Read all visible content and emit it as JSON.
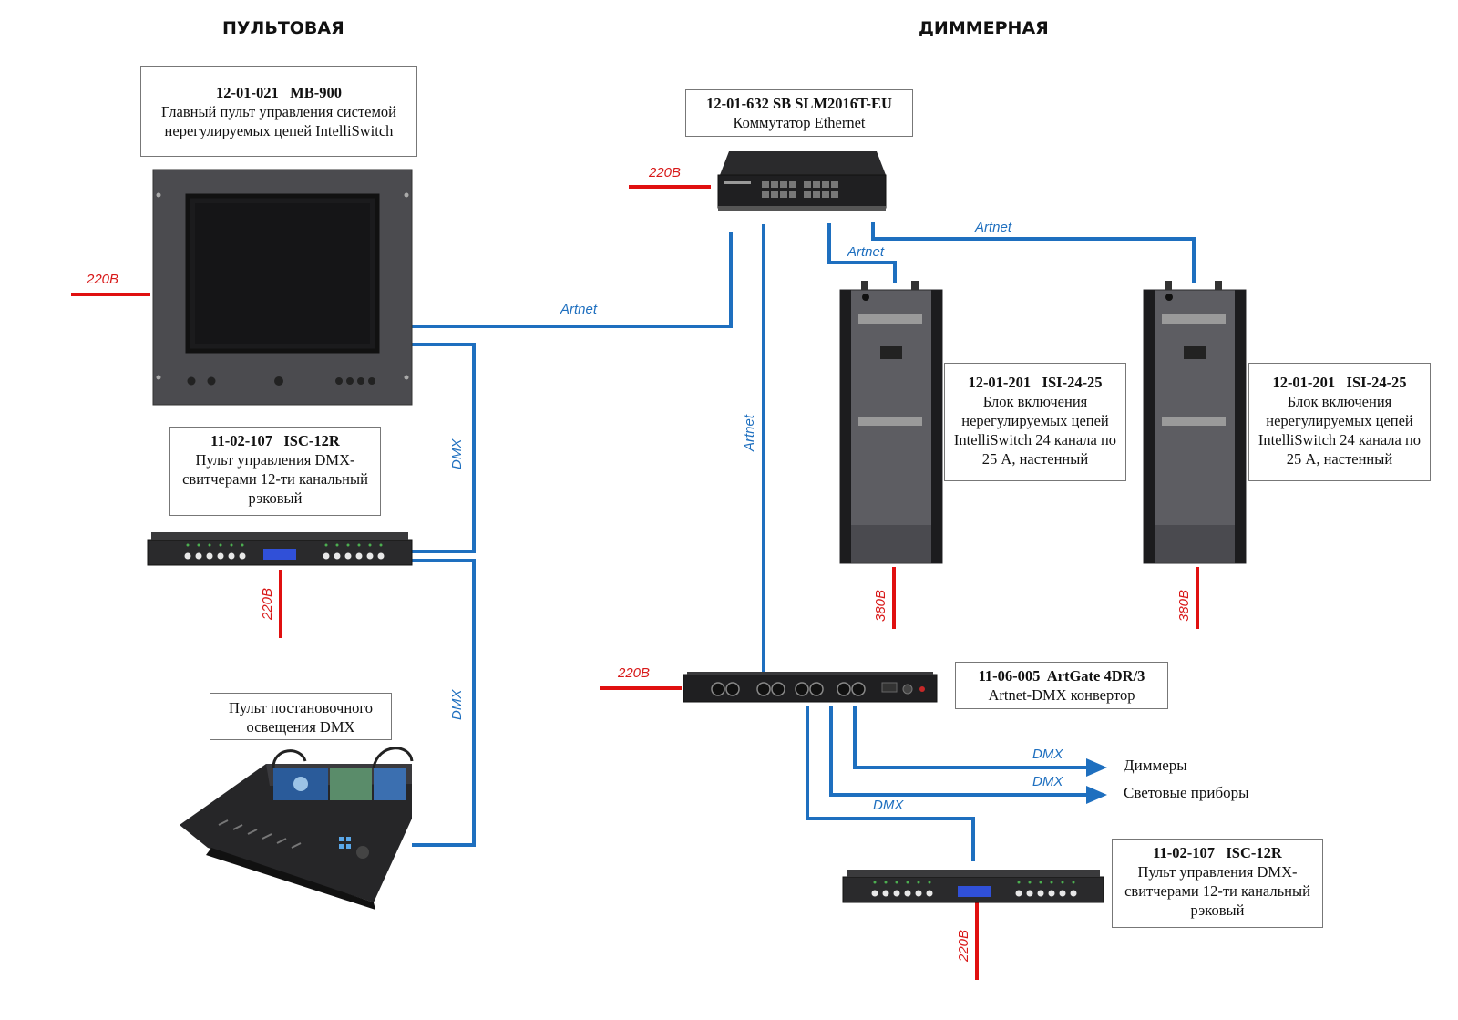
{
  "titles": {
    "left": "ПУЛЬТОВАЯ",
    "right": "ДИММЕРНАЯ"
  },
  "devices": {
    "mb900": {
      "code": "12-01-021   MB-900",
      "desc": "Главный пульт управления системой нерегулируемых цепей IntelliSwitch"
    },
    "switch": {
      "code": "12-01-632 SB SLM2016T-EU",
      "desc": "Коммутатор Ethernet"
    },
    "isc_left": {
      "code": "11-02-107   ISC-12R",
      "desc": "Пульт управления DMX-свитчерами 12-ти канальный рэковый"
    },
    "console": {
      "desc": "Пульт постановочного освещения DMX"
    },
    "isi_1": {
      "code": "12-01-201   ISI-24-25",
      "desc": "Блок включения нерегулируемых цепей IntelliSwitch 24 канала по 25 А, настенный"
    },
    "isi_2": {
      "code": "12-01-201   ISI-24-25",
      "desc": "Блок включения нерегулируемых цепей IntelliSwitch 24 канала по 25 А, настенный"
    },
    "artgate": {
      "code": "11-06-005  ArtGate 4DR/3",
      "desc": "Artnet-DMX конвертор"
    },
    "isc_right": {
      "code": "11-02-107   ISC-12R",
      "desc": "Пульт управления DMX-свитчерами 12-ти канальный рэковый"
    }
  },
  "outputs": {
    "dimmers": "Диммеры",
    "fixtures": "Световые приборы"
  },
  "labels": {
    "artnet": "Artnet",
    "dmx": "DMX",
    "v220": "220В",
    "v380": "380В"
  },
  "colors": {
    "signal": "#1e6fbf",
    "power": "#e01010"
  }
}
